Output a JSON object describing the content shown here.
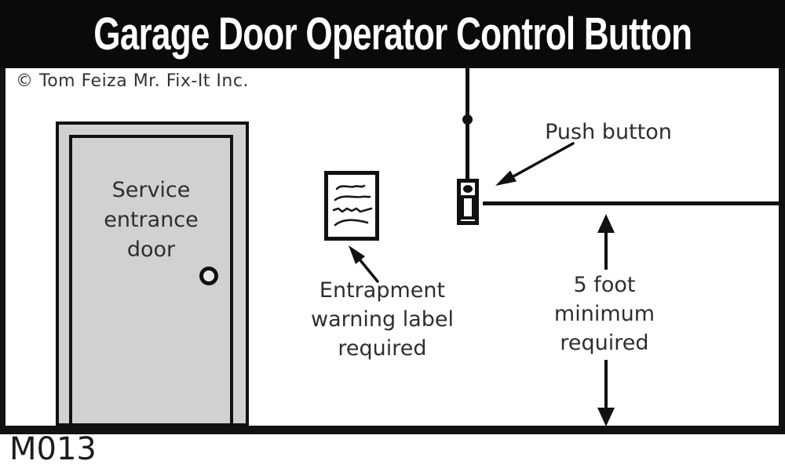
{
  "title": "Garage Door Operator Control Button",
  "copyright": "© Tom Feiza Mr. Fix-It Inc.",
  "diagram_code": "M013",
  "door": {
    "label": "Service\nentrance\ndoor"
  },
  "warning_label": {
    "caption": "Entrapment\nwarning label\nrequired"
  },
  "push_button": {
    "label": "Push button"
  },
  "measurement": {
    "caption": "5 foot\nminimum\nrequired"
  },
  "colors": {
    "ink": "#111111",
    "door_gray": "#d1d1d3",
    "knob_fill": "#e9e9e9",
    "title_bg": "#0a0a0a",
    "title_fg": "#ffffff",
    "text_ink": "#2e2e2e",
    "canvas": "#ffffff"
  }
}
